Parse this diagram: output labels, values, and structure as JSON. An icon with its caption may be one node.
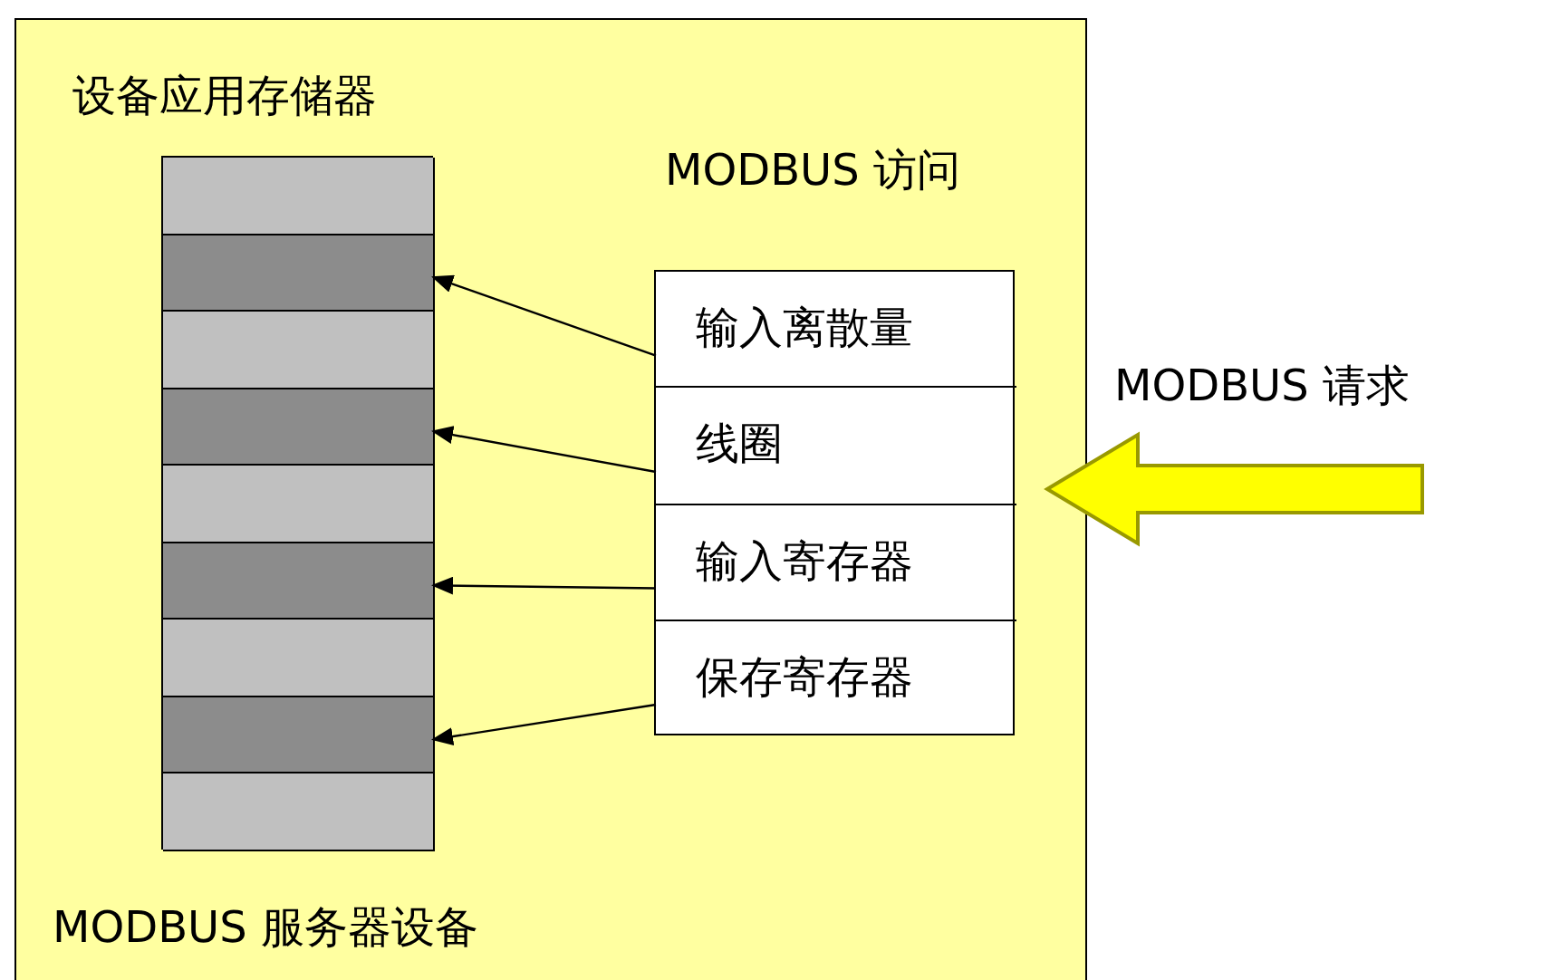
{
  "diagram": {
    "nodes": [
      {
        "text": [
          "MODBUS 服务器设备"
        ]
      },
      {
        "text": [
          "设备应用存储器"
        ],
        "in": 0
      },
      {
        "text": [],
        "shape": "bar",
        "in": 1
      },
      {
        "text": [],
        "shape": "bar",
        "in": 1
      },
      {
        "text": [],
        "shape": "bar",
        "in": 1
      },
      {
        "text": [],
        "shape": "bar",
        "in": 1
      },
      {
        "text": [],
        "shape": "bar",
        "in": 1
      },
      {
        "text": [],
        "shape": "bar",
        "in": 1
      },
      {
        "text": [],
        "shape": "bar",
        "in": 1
      },
      {
        "text": [],
        "shape": "bar",
        "in": 1
      },
      {
        "text": [],
        "shape": "bar",
        "in": 1
      },
      {
        "text": [
          "MODBUS 访问"
        ],
        "in": 0
      },
      {
        "text": [
          "输入离散量"
        ],
        "in": 11
      },
      {
        "text": [
          "线圈"
        ],
        "in": 11
      },
      {
        "text": [
          "输入寄存器"
        ],
        "in": 11
      },
      {
        "text": [
          "保存寄存器"
        ],
        "in": 11
      }
    ],
    "edges": [
      {
        "from": 12,
        "to": 3,
        "arrow": "to"
      },
      {
        "from": 13,
        "to": 5,
        "arrow": "to"
      },
      {
        "from": 14,
        "to": 7,
        "arrow": "to"
      },
      {
        "from": 15,
        "to": 9,
        "arrow": "to"
      },
      {
        "from": null,
        "to": 0,
        "arrow": "to",
        "label": "MODBUS 请求",
        "style": "thick",
        "color": "#ffff00"
      }
    ]
  }
}
